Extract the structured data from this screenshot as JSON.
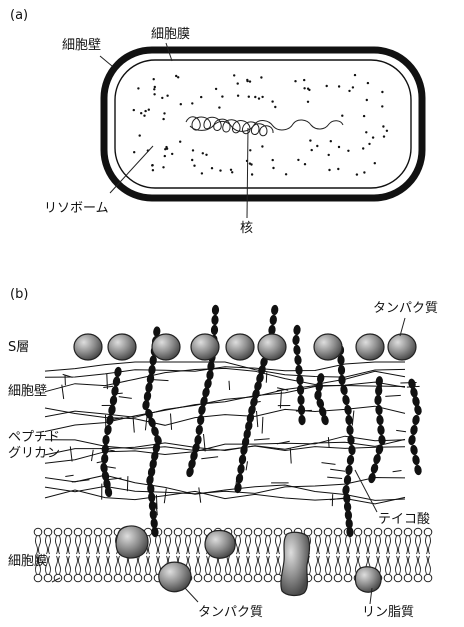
{
  "panel_a": {
    "tag": "(a)",
    "labels": {
      "cell_wall": "細胞壁",
      "cell_membrane": "細胞膜",
      "ribosome": "リソボーム",
      "nucleus": "核"
    }
  },
  "panel_b": {
    "tag": "(b)",
    "labels": {
      "protein_top": "タンパク質",
      "s_layer": "S層",
      "cell_wall": "細胞壁",
      "peptidoglycan_1": "ペプチド",
      "peptidoglycan_2": "グリカン",
      "teichoic_acid": "テイコ酸",
      "cell_membrane": "細胞膜",
      "protein_bottom": "タンパク質",
      "phospholipid": "リン脂質"
    }
  },
  "colors": {
    "ink": "#111111",
    "protein_fill": "#8a8a8a",
    "protein_highlight": "#d2d2d2"
  }
}
